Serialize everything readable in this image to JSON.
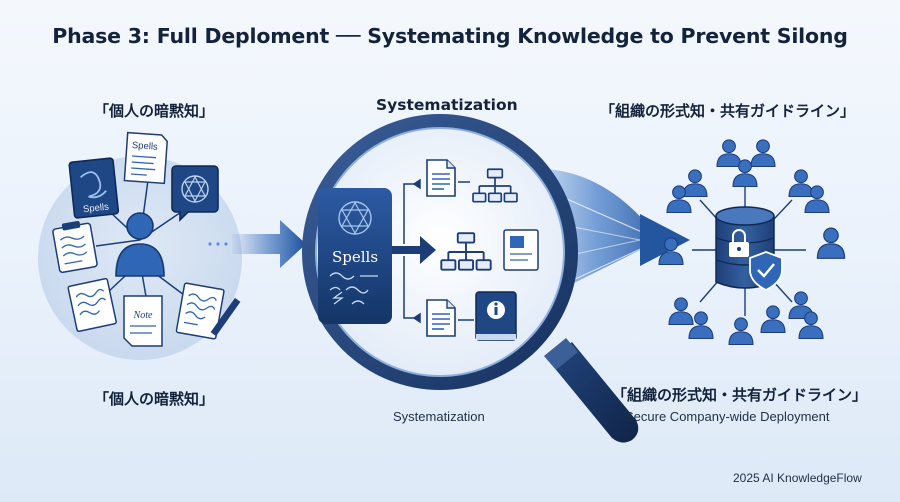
{
  "title": "Phase 3: Full Deploment ── Systemating Knowledge to Prevent Silong",
  "left": {
    "top_label": "「個人の暗黙知」",
    "bottom_label": "「個人の暗黙知」",
    "doc_labels": [
      "Spells",
      "Spells",
      "Note"
    ]
  },
  "center": {
    "top_label": "Systematization",
    "caption": "Systematization",
    "lens_label": "Spells"
  },
  "right": {
    "top_label": "「組織の形式知・共有ガイドライン」",
    "bottom_label": "「組織の形式知・共有ガイドライン」",
    "caption": "Secure Company-wide Deployment"
  },
  "footer": "2025 AI KnowledgeFlow",
  "colors": {
    "navy": "#1c3d78",
    "blue": "#2f66b5",
    "light_blue": "#5c8fd6",
    "background": "#eef4fb"
  },
  "icons": [
    "person-icon",
    "document-icon",
    "note-icon",
    "arrow-icon",
    "magnifier-icon",
    "flowchart-icon",
    "book-icon",
    "info-book-icon",
    "database-icon",
    "lock-icon",
    "shield-check-icon"
  ]
}
